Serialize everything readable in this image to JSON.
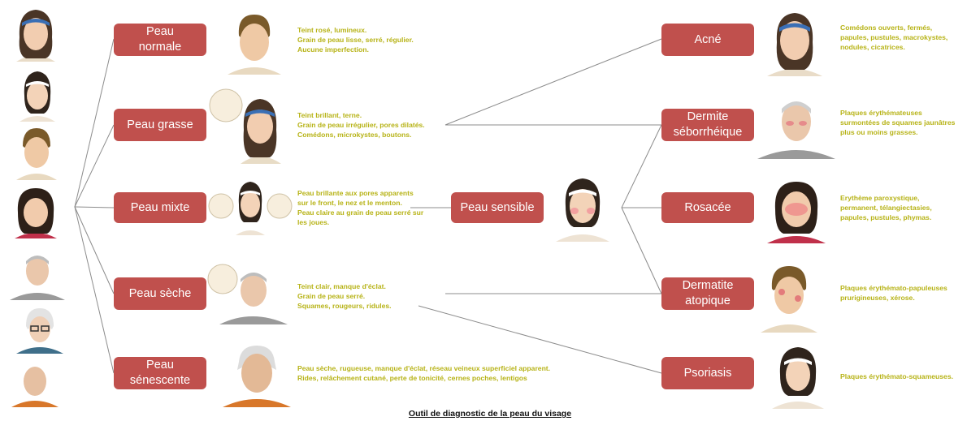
{
  "skin_types": [
    {
      "label": "Peau\nnormale",
      "description": "Teint rosé, lumineux.\nGrain de peau lisse, serré, régulier.\nAucune imperfection."
    },
    {
      "label": "Peau grasse",
      "description": "Teint brillant, terne.\nGrain de peau irrégulier, pores dilatés.\nComédons, microkystes, boutons."
    },
    {
      "label": "Peau mixte",
      "description": "Peau brillante aux pores apparents\nsur le front, le nez et le menton.\nPeau claire au grain de peau serré sur\nles joues."
    },
    {
      "label": "Peau sèche",
      "description": "Teint clair, manque d'éclat.\nGrain de peau serré.\nSquames, rougeurs, ridules."
    },
    {
      "label": "Peau\nsénescente",
      "description": "Peau sèche, rugueuse, manque d'éclat, réseau veineux superficiel apparent.\nRides, relâchement cutané, perte de tonicité, cernes poches, lentigos"
    }
  ],
  "center": {
    "label": "Peau sensible"
  },
  "conditions": [
    {
      "label": "Acné",
      "description": "Comédons ouverts, fermés,\npapules, pustules, macrokystes,\nnodules, cicatrices."
    },
    {
      "label": "Dermite\nséborrhéique",
      "description": "Plaques érythémateuses\nsurmontées de squames jaunâtres\nplus ou moins grasses."
    },
    {
      "label": "Rosacée",
      "description": "Erythème paroxystique,\npermanent, télangiectasies,\npapules, pustules, phymas."
    },
    {
      "label": "Dermatite\natopique",
      "description": "Plaques érythémato-papuleuses\nprurigineuses, xérose."
    },
    {
      "label": "Psoriasis",
      "description": "Plaques érythémato-squameuses."
    }
  ],
  "footer": "Outil de diagnostic  de la peau du visage",
  "colors": {
    "box": "#c0504d",
    "box_text": "#ffffff",
    "description": "#b7b317",
    "line": "#8c8c8c"
  }
}
